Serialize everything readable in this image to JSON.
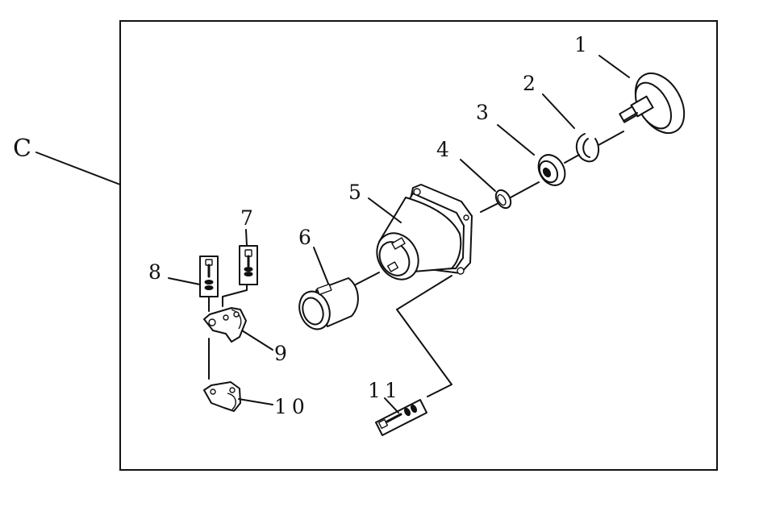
{
  "frame_label": "C",
  "callouts": [
    {
      "id": "1",
      "text": "1"
    },
    {
      "id": "2",
      "text": "2"
    },
    {
      "id": "3",
      "text": "3"
    },
    {
      "id": "4",
      "text": "4"
    },
    {
      "id": "5",
      "text": "5"
    },
    {
      "id": "6",
      "text": "6"
    },
    {
      "id": "7",
      "text": "7"
    },
    {
      "id": "8",
      "text": "8"
    },
    {
      "id": "9",
      "text": "9"
    },
    {
      "id": "10",
      "text": "10"
    },
    {
      "id": "11",
      "text": "11"
    }
  ]
}
